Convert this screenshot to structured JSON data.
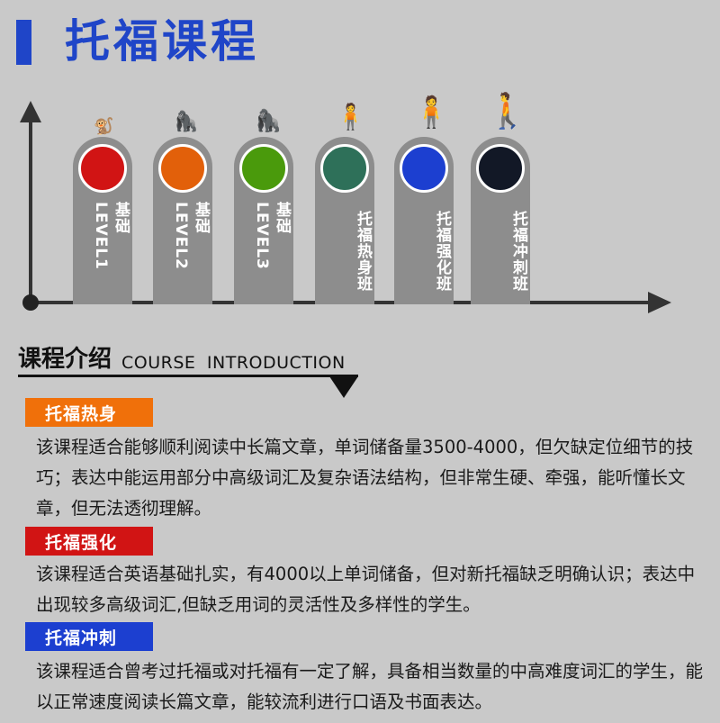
{
  "header": {
    "title": "托福课程"
  },
  "levels": [
    {
      "label": "基础LEVEL1",
      "color": "#d11414",
      "figure": "🐒"
    },
    {
      "label": "基础LEVEL2",
      "color": "#e2600a",
      "figure": "🦍"
    },
    {
      "label": "基础LEVEL3",
      "color": "#4a9a0c",
      "figure": "🦍"
    },
    {
      "label": "托福热身班",
      "color": "#2e7059",
      "figure": "🧍"
    },
    {
      "label": "托福强化班",
      "color": "#1c3fd0",
      "figure": "🧍"
    },
    {
      "label": "托福冲刺班",
      "color": "#121826",
      "figure": "🚶"
    }
  ],
  "intro": {
    "title": "课程介绍",
    "subtitle": "COURSE INTRODUCTION"
  },
  "courses": [
    {
      "name": "托福热身",
      "color": "#f0700a",
      "description": "该课程适合能够顺利阅读中长篇文章，单词储备量3500-4000，但欠缺定位细节的技巧；表达中能运用部分中高级词汇及复杂语法结构，但非常生硬、牵强，能听懂长文章，但无法透彻理解。"
    },
    {
      "name": "托福强化",
      "color": "#d11414",
      "description": "该课程适合英语基础扎实，有4000以上单词储备，但对新托福缺乏明确认识；表达中出现较多高级词汇,但缺乏用词的灵活性及多样性的学生。"
    },
    {
      "name": "托福冲刺",
      "color": "#1c3fd0",
      "description": "该课程适合曾考过托福或对托福有一定了解，具备相当数量的中高难度词汇的学生，能以正常速度阅读长篇文章，能较流利进行口语及书面表达。"
    }
  ]
}
